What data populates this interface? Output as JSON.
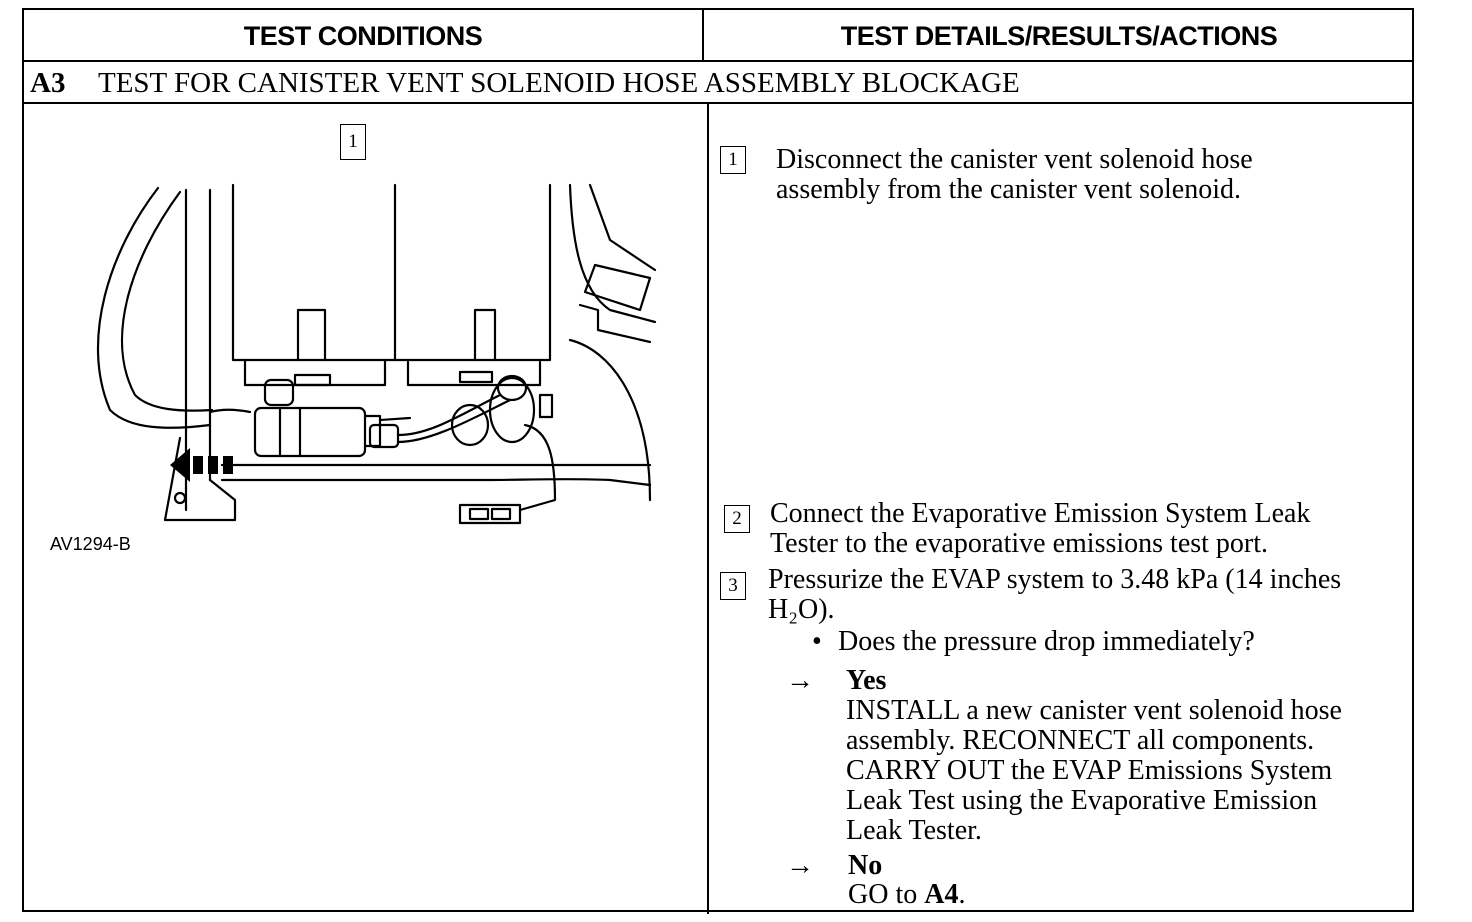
{
  "headers": {
    "left": "TEST CONDITIONS",
    "right": "TEST DETAILS/RESULTS/ACTIONS"
  },
  "section": {
    "code": "A3",
    "title": "TEST FOR CANISTER VENT SOLENOID HOSE ASSEMBLY BLOCKAGE"
  },
  "figure": {
    "step_box": "1",
    "label": "AV1294-B"
  },
  "steps": [
    {
      "number": "1",
      "lines": [
        "Disconnect the canister vent solenoid hose",
        "assembly from the canister vent solenoid."
      ]
    },
    {
      "number": "2",
      "lines": [
        "Connect the Evaporative Emission System Leak",
        "Tester to the evaporative emissions test port."
      ]
    },
    {
      "number": "3",
      "lines": [
        "Pressurize the EVAP system to 3.48 kPa (14 inches",
        "H₂O)."
      ]
    }
  ],
  "question": {
    "bullet": "•",
    "text": "Does the pressure drop immediately?"
  },
  "answers": {
    "arrow": "→",
    "yes": {
      "label": "Yes",
      "lines": [
        "INSTALL a new canister vent solenoid hose",
        "assembly. RECONNECT all components.",
        "CARRY OUT the EVAP Emissions System",
        "Leak Test using the Evaporative Emission",
        "Leak Tester."
      ]
    },
    "no": {
      "label": "No",
      "prefix": "GO to ",
      "target": "A4",
      "suffix": "."
    }
  }
}
